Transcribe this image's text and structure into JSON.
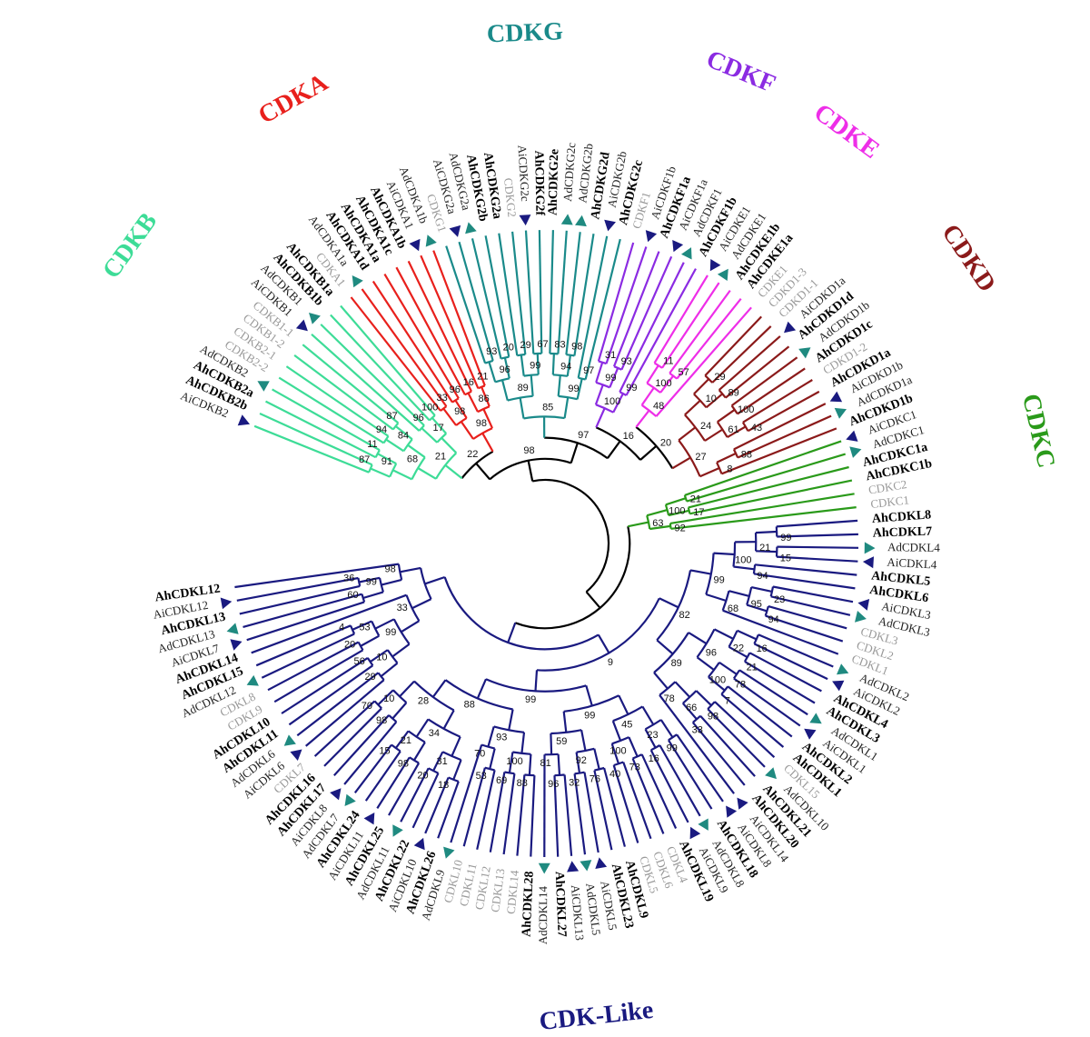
{
  "colors": {
    "CDKB": "#3ddc97",
    "CDKA": "#e8201c",
    "CDKG": "#1a8a8a",
    "CDKF": "#8b2be2",
    "CDKE": "#ee2ee8",
    "CDKD": "#8b1a1a",
    "CDKC": "#2a9a1a",
    "CDKLike": "#1a1a80",
    "backbone": "#000000",
    "leaf_ah": "#000000",
    "leaf_ref": "#999999",
    "leaf_other": "#222222",
    "tri_ai": "#1a1a80",
    "tri_ad": "#1f8a80"
  },
  "families": [
    {
      "key": "CDKB",
      "label": "CDKB"
    },
    {
      "key": "CDKA",
      "label": "CDKA"
    },
    {
      "key": "CDKG",
      "label": "CDKG"
    },
    {
      "key": "CDKF",
      "label": "CDKF"
    },
    {
      "key": "CDKE",
      "label": "CDKE"
    },
    {
      "key": "CDKD",
      "label": "CDKD"
    },
    {
      "key": "CDKC",
      "label": "CDKC"
    },
    {
      "key": "CDKLike",
      "label": "CDK-Like"
    }
  ],
  "leaves": [
    {
      "label": "AiCDKB2",
      "kind": "ai",
      "fam": "CDKB"
    },
    {
      "label": "AhCDKB2b",
      "kind": "ah",
      "fam": "CDKB"
    },
    {
      "label": "AhCDKB2a",
      "kind": "ah",
      "fam": "CDKB"
    },
    {
      "label": "AdCDKB2",
      "kind": "ad",
      "fam": "CDKB"
    },
    {
      "label": "CDKB2-2",
      "kind": "ref",
      "fam": "CDKB"
    },
    {
      "label": "CDKB2-1",
      "kind": "ref",
      "fam": "CDKB"
    },
    {
      "label": "CDKB1-2",
      "kind": "ref",
      "fam": "CDKB"
    },
    {
      "label": "CDKB1-1",
      "kind": "ref",
      "fam": "CDKB"
    },
    {
      "label": "AiCDKB1",
      "kind": "ai",
      "fam": "CDKB"
    },
    {
      "label": "AdCDKB1",
      "kind": "ad",
      "fam": "CDKB"
    },
    {
      "label": "AhCDKB1b",
      "kind": "ah",
      "fam": "CDKB"
    },
    {
      "label": "AhCDKB1a",
      "kind": "ah",
      "fam": "CDKB"
    },
    {
      "label": "CDKA1",
      "kind": "ref",
      "fam": "CDKA"
    },
    {
      "label": "AdCDKA1a",
      "kind": "ad",
      "fam": "CDKA"
    },
    {
      "label": "AhCDKA1d",
      "kind": "ah",
      "fam": "CDKA"
    },
    {
      "label": "AhCDKA1a",
      "kind": "ah",
      "fam": "CDKA"
    },
    {
      "label": "AhCDKA1c",
      "kind": "ah",
      "fam": "CDKA"
    },
    {
      "label": "AhCDKA1b",
      "kind": "ah",
      "fam": "CDKA"
    },
    {
      "label": "AiCDKA1",
      "kind": "ai",
      "fam": "CDKA"
    },
    {
      "label": "AdCDKA1b",
      "kind": "ad",
      "fam": "CDKA"
    },
    {
      "label": "CDKG1",
      "kind": "ref",
      "fam": "CDKG"
    },
    {
      "label": "AiCDKG2a",
      "kind": "ai",
      "fam": "CDKG"
    },
    {
      "label": "AdCDKG2a",
      "kind": "ad",
      "fam": "CDKG"
    },
    {
      "label": "AhCDKG2b",
      "kind": "ah",
      "fam": "CDKG"
    },
    {
      "label": "AhCDKG2a",
      "kind": "ah",
      "fam": "CDKG"
    },
    {
      "label": "CDKG2",
      "kind": "ref",
      "fam": "CDKG"
    },
    {
      "label": "AiCDKG2c",
      "kind": "ai",
      "fam": "CDKG"
    },
    {
      "label": "AhCDKG2f",
      "kind": "ah",
      "fam": "CDKG"
    },
    {
      "label": "AhCDKG2e",
      "kind": "ah",
      "fam": "CDKG"
    },
    {
      "label": "AdCDKG2c",
      "kind": "ad",
      "fam": "CDKG"
    },
    {
      "label": "AdCDKG2b",
      "kind": "ad",
      "fam": "CDKG"
    },
    {
      "label": "AhCDKG2d",
      "kind": "ah",
      "fam": "CDKG"
    },
    {
      "label": "AiCDKG2b",
      "kind": "ai",
      "fam": "CDKG"
    },
    {
      "label": "AhCDKG2c",
      "kind": "ah",
      "fam": "CDKG"
    },
    {
      "label": "CDKF1",
      "kind": "ref",
      "fam": "CDKF"
    },
    {
      "label": "AiCDKF1b",
      "kind": "ai",
      "fam": "CDKF"
    },
    {
      "label": "AhCDKF1a",
      "kind": "ah",
      "fam": "CDKF"
    },
    {
      "label": "AiCDKF1a",
      "kind": "ai",
      "fam": "CDKF"
    },
    {
      "label": "AdCDKF1",
      "kind": "ad",
      "fam": "CDKF"
    },
    {
      "label": "AhCDKF1b",
      "kind": "ah",
      "fam": "CDKF"
    },
    {
      "label": "AiCDKE1",
      "kind": "ai",
      "fam": "CDKE"
    },
    {
      "label": "AdCDKE1",
      "kind": "ad",
      "fam": "CDKE"
    },
    {
      "label": "AhCDKE1b",
      "kind": "ah",
      "fam": "CDKE"
    },
    {
      "label": "AhCDKE1a",
      "kind": "ah",
      "fam": "CDKE"
    },
    {
      "label": "CDKE1",
      "kind": "ref",
      "fam": "CDKE"
    },
    {
      "label": "CDKD1-3",
      "kind": "ref",
      "fam": "CDKD"
    },
    {
      "label": "CDKD1-1",
      "kind": "ref",
      "fam": "CDKD"
    },
    {
      "label": "AiCDKD1a",
      "kind": "ai",
      "fam": "CDKD"
    },
    {
      "label": "AhCDKD1d",
      "kind": "ah",
      "fam": "CDKD"
    },
    {
      "label": "AdCDKD1b",
      "kind": "ad",
      "fam": "CDKD"
    },
    {
      "label": "AhCDKD1c",
      "kind": "ah",
      "fam": "CDKD"
    },
    {
      "label": "CDKD1-2",
      "kind": "ref",
      "fam": "CDKD"
    },
    {
      "label": "AhCDKD1a",
      "kind": "ah",
      "fam": "CDKD"
    },
    {
      "label": "AiCDKD1b",
      "kind": "ai",
      "fam": "CDKD"
    },
    {
      "label": "AdCDKD1a",
      "kind": "ad",
      "fam": "CDKD"
    },
    {
      "label": "AhCDKD1b",
      "kind": "ah",
      "fam": "CDKD"
    },
    {
      "label": "AiCDKC1",
      "kind": "ai",
      "fam": "CDKC"
    },
    {
      "label": "AdCDKC1",
      "kind": "ad",
      "fam": "CDKC"
    },
    {
      "label": "AhCDKC1a",
      "kind": "ah",
      "fam": "CDKC"
    },
    {
      "label": "AhCDKC1b",
      "kind": "ah",
      "fam": "CDKC"
    },
    {
      "label": "CDKC2",
      "kind": "ref",
      "fam": "CDKC"
    },
    {
      "label": "CDKC1",
      "kind": "ref",
      "fam": "CDKC"
    },
    {
      "label": "AhCDKL8",
      "kind": "ah",
      "fam": "CDKLike"
    },
    {
      "label": "AhCDKL7",
      "kind": "ah",
      "fam": "CDKLike"
    },
    {
      "label": "AdCDKL4",
      "kind": "ad",
      "fam": "CDKLike"
    },
    {
      "label": "AiCDKL4",
      "kind": "ai",
      "fam": "CDKLike"
    },
    {
      "label": "AhCDKL5",
      "kind": "ah",
      "fam": "CDKLike"
    },
    {
      "label": "AhCDKL6",
      "kind": "ah",
      "fam": "CDKLike"
    },
    {
      "label": "AiCDKL3",
      "kind": "ai",
      "fam": "CDKLike"
    },
    {
      "label": "AdCDKL3",
      "kind": "ad",
      "fam": "CDKLike"
    },
    {
      "label": "CDKL3",
      "kind": "ref",
      "fam": "CDKLike"
    },
    {
      "label": "CDKL2",
      "kind": "ref",
      "fam": "CDKLike"
    },
    {
      "label": "CDKL1",
      "kind": "ref",
      "fam": "CDKLike"
    },
    {
      "label": "AdCDKL2",
      "kind": "ad",
      "fam": "CDKLike"
    },
    {
      "label": "AiCDKL2",
      "kind": "ai",
      "fam": "CDKLike"
    },
    {
      "label": "AhCDKL4",
      "kind": "ah",
      "fam": "CDKLike"
    },
    {
      "label": "AhCDKL3",
      "kind": "ah",
      "fam": "CDKLike"
    },
    {
      "label": "AdCDKL1",
      "kind": "ad",
      "fam": "CDKLike"
    },
    {
      "label": "AiCDKL1",
      "kind": "ai",
      "fam": "CDKLike"
    },
    {
      "label": "AhCDKL2",
      "kind": "ah",
      "fam": "CDKLike"
    },
    {
      "label": "AhCDKL1",
      "kind": "ah",
      "fam": "CDKLike"
    },
    {
      "label": "CDKL15",
      "kind": "ref",
      "fam": "CDKLike"
    },
    {
      "label": "AdCDKL10",
      "kind": "ad",
      "fam": "CDKLike"
    },
    {
      "label": "AhCDKL21",
      "kind": "ah",
      "fam": "CDKLike"
    },
    {
      "label": "AhCDKL20",
      "kind": "ah",
      "fam": "CDKLike"
    },
    {
      "label": "AiCDKL14",
      "kind": "ai",
      "fam": "CDKLike"
    },
    {
      "label": "AiCDKL8",
      "kind": "ai",
      "fam": "CDKLike"
    },
    {
      "label": "AhCDKL18",
      "kind": "ah",
      "fam": "CDKLike"
    },
    {
      "label": "AdCDKL8",
      "kind": "ad",
      "fam": "CDKLike"
    },
    {
      "label": "AiCDKL9",
      "kind": "ai",
      "fam": "CDKLike"
    },
    {
      "label": "AhCDKL19",
      "kind": "ah",
      "fam": "CDKLike"
    },
    {
      "label": "CDKL4",
      "kind": "ref",
      "fam": "CDKLike"
    },
    {
      "label": "CDKL6",
      "kind": "ref",
      "fam": "CDKLike"
    },
    {
      "label": "CDKL5",
      "kind": "ref",
      "fam": "CDKLike"
    },
    {
      "label": "AhCDKL9",
      "kind": "ah",
      "fam": "CDKLike"
    },
    {
      "label": "AhCDKL23",
      "kind": "ah",
      "fam": "CDKLike"
    },
    {
      "label": "AiCDKL5",
      "kind": "ai",
      "fam": "CDKLike"
    },
    {
      "label": "AdCDKL5",
      "kind": "ad",
      "fam": "CDKLike"
    },
    {
      "label": "AiCDKL13",
      "kind": "ai",
      "fam": "CDKLike"
    },
    {
      "label": "AhCDKL27",
      "kind": "ah",
      "fam": "CDKLike"
    },
    {
      "label": "AdCDKL14",
      "kind": "ad",
      "fam": "CDKLike"
    },
    {
      "label": "AhCDKL28",
      "kind": "ah",
      "fam": "CDKLike"
    },
    {
      "label": "CDKL14",
      "kind": "ref",
      "fam": "CDKLike"
    },
    {
      "label": "CDKL13",
      "kind": "ref",
      "fam": "CDKLike"
    },
    {
      "label": "CDKL12",
      "kind": "ref",
      "fam": "CDKLike"
    },
    {
      "label": "CDKL11",
      "kind": "ref",
      "fam": "CDKLike"
    },
    {
      "label": "CDKL10",
      "kind": "ref",
      "fam": "CDKLike"
    },
    {
      "label": "AdCDKL9",
      "kind": "ad",
      "fam": "CDKLike"
    },
    {
      "label": "AhCDKL26",
      "kind": "ah",
      "fam": "CDKLike"
    },
    {
      "label": "AiCDKL10",
      "kind": "ai",
      "fam": "CDKLike"
    },
    {
      "label": "AhCDKL22",
      "kind": "ah",
      "fam": "CDKLike"
    },
    {
      "label": "AdCDKL11",
      "kind": "ad",
      "fam": "CDKLike"
    },
    {
      "label": "AhCDKL25",
      "kind": "ah",
      "fam": "CDKLike"
    },
    {
      "label": "AiCDKL11",
      "kind": "ai",
      "fam": "CDKLike"
    },
    {
      "label": "AhCDKL24",
      "kind": "ah",
      "fam": "CDKLike"
    },
    {
      "label": "AdCDKL7",
      "kind": "ad",
      "fam": "CDKLike"
    },
    {
      "label": "AiCDKL8",
      "kind": "ai",
      "fam": "CDKLike"
    },
    {
      "label": "AhCDKL17",
      "kind": "ah",
      "fam": "CDKLike"
    },
    {
      "label": "AhCDKL16",
      "kind": "ah",
      "fam": "CDKLike"
    },
    {
      "label": "CDKL7",
      "kind": "ref",
      "fam": "CDKLike"
    },
    {
      "label": "AiCDKL6",
      "kind": "ai",
      "fam": "CDKLike"
    },
    {
      "label": "AdCDKL6",
      "kind": "ad",
      "fam": "CDKLike"
    },
    {
      "label": "AhCDKL11",
      "kind": "ah",
      "fam": "CDKLike"
    },
    {
      "label": "AhCDKL10",
      "kind": "ah",
      "fam": "CDKLike"
    },
    {
      "label": "CDKL9",
      "kind": "ref",
      "fam": "CDKLike"
    },
    {
      "label": "CDKL8",
      "kind": "ref",
      "fam": "CDKLike"
    },
    {
      "label": "AdCDKL12",
      "kind": "ad",
      "fam": "CDKLike"
    },
    {
      "label": "AhCDKL15",
      "kind": "ah",
      "fam": "CDKLike"
    },
    {
      "label": "AhCDKL14",
      "kind": "ah",
      "fam": "CDKLike"
    },
    {
      "label": "AiCDKL7",
      "kind": "ai",
      "fam": "CDKLike"
    },
    {
      "label": "AdCDKL13",
      "kind": "ad",
      "fam": "CDKLike"
    },
    {
      "label": "AhCDKL13",
      "kind": "ah",
      "fam": "CDKLike"
    },
    {
      "label": "AiCDKL12",
      "kind": "ai",
      "fam": "CDKLike"
    },
    {
      "label": "AhCDKL12",
      "kind": "ah",
      "fam": "CDKLike"
    }
  ],
  "bootstrap": [
    "87",
    "11",
    "91",
    "94",
    "87",
    "84",
    "68",
    "96",
    "100",
    "17",
    "21",
    "33",
    "96",
    "98",
    "16",
    "21",
    "86",
    "98",
    "22",
    "93",
    "20",
    "96",
    "29",
    "67",
    "99",
    "89",
    "83",
    "98",
    "94",
    "97",
    "99",
    "85",
    "31",
    "93",
    "99",
    "99",
    "100",
    "11",
    "57",
    "100",
    "48",
    "29",
    "89",
    "10",
    "100",
    "43",
    "61",
    "24",
    "88",
    "8",
    "27",
    "20",
    "16",
    "97",
    "98",
    "21",
    "17",
    "100",
    "92",
    "63",
    "99",
    "15",
    "21",
    "94",
    "100",
    "23",
    "94",
    "95",
    "68",
    "99",
    "16",
    "21",
    "22",
    "78",
    "7",
    "100",
    "96",
    "98",
    "33",
    "66",
    "78",
    "89",
    "82",
    "99",
    "16",
    "23",
    "73",
    "40",
    "100",
    "45",
    "76",
    "32",
    "92",
    "96",
    "81",
    "59",
    "99",
    "88",
    "69",
    "100",
    "53",
    "70",
    "93",
    "18",
    "20",
    "31",
    "98",
    "15",
    "21",
    "34",
    "98",
    "70",
    "10",
    "28",
    "88",
    "99",
    "9",
    "29",
    "56",
    "10",
    "20",
    "4",
    "53",
    "99",
    "33",
    "60",
    "36",
    "99",
    "98"
  ]
}
